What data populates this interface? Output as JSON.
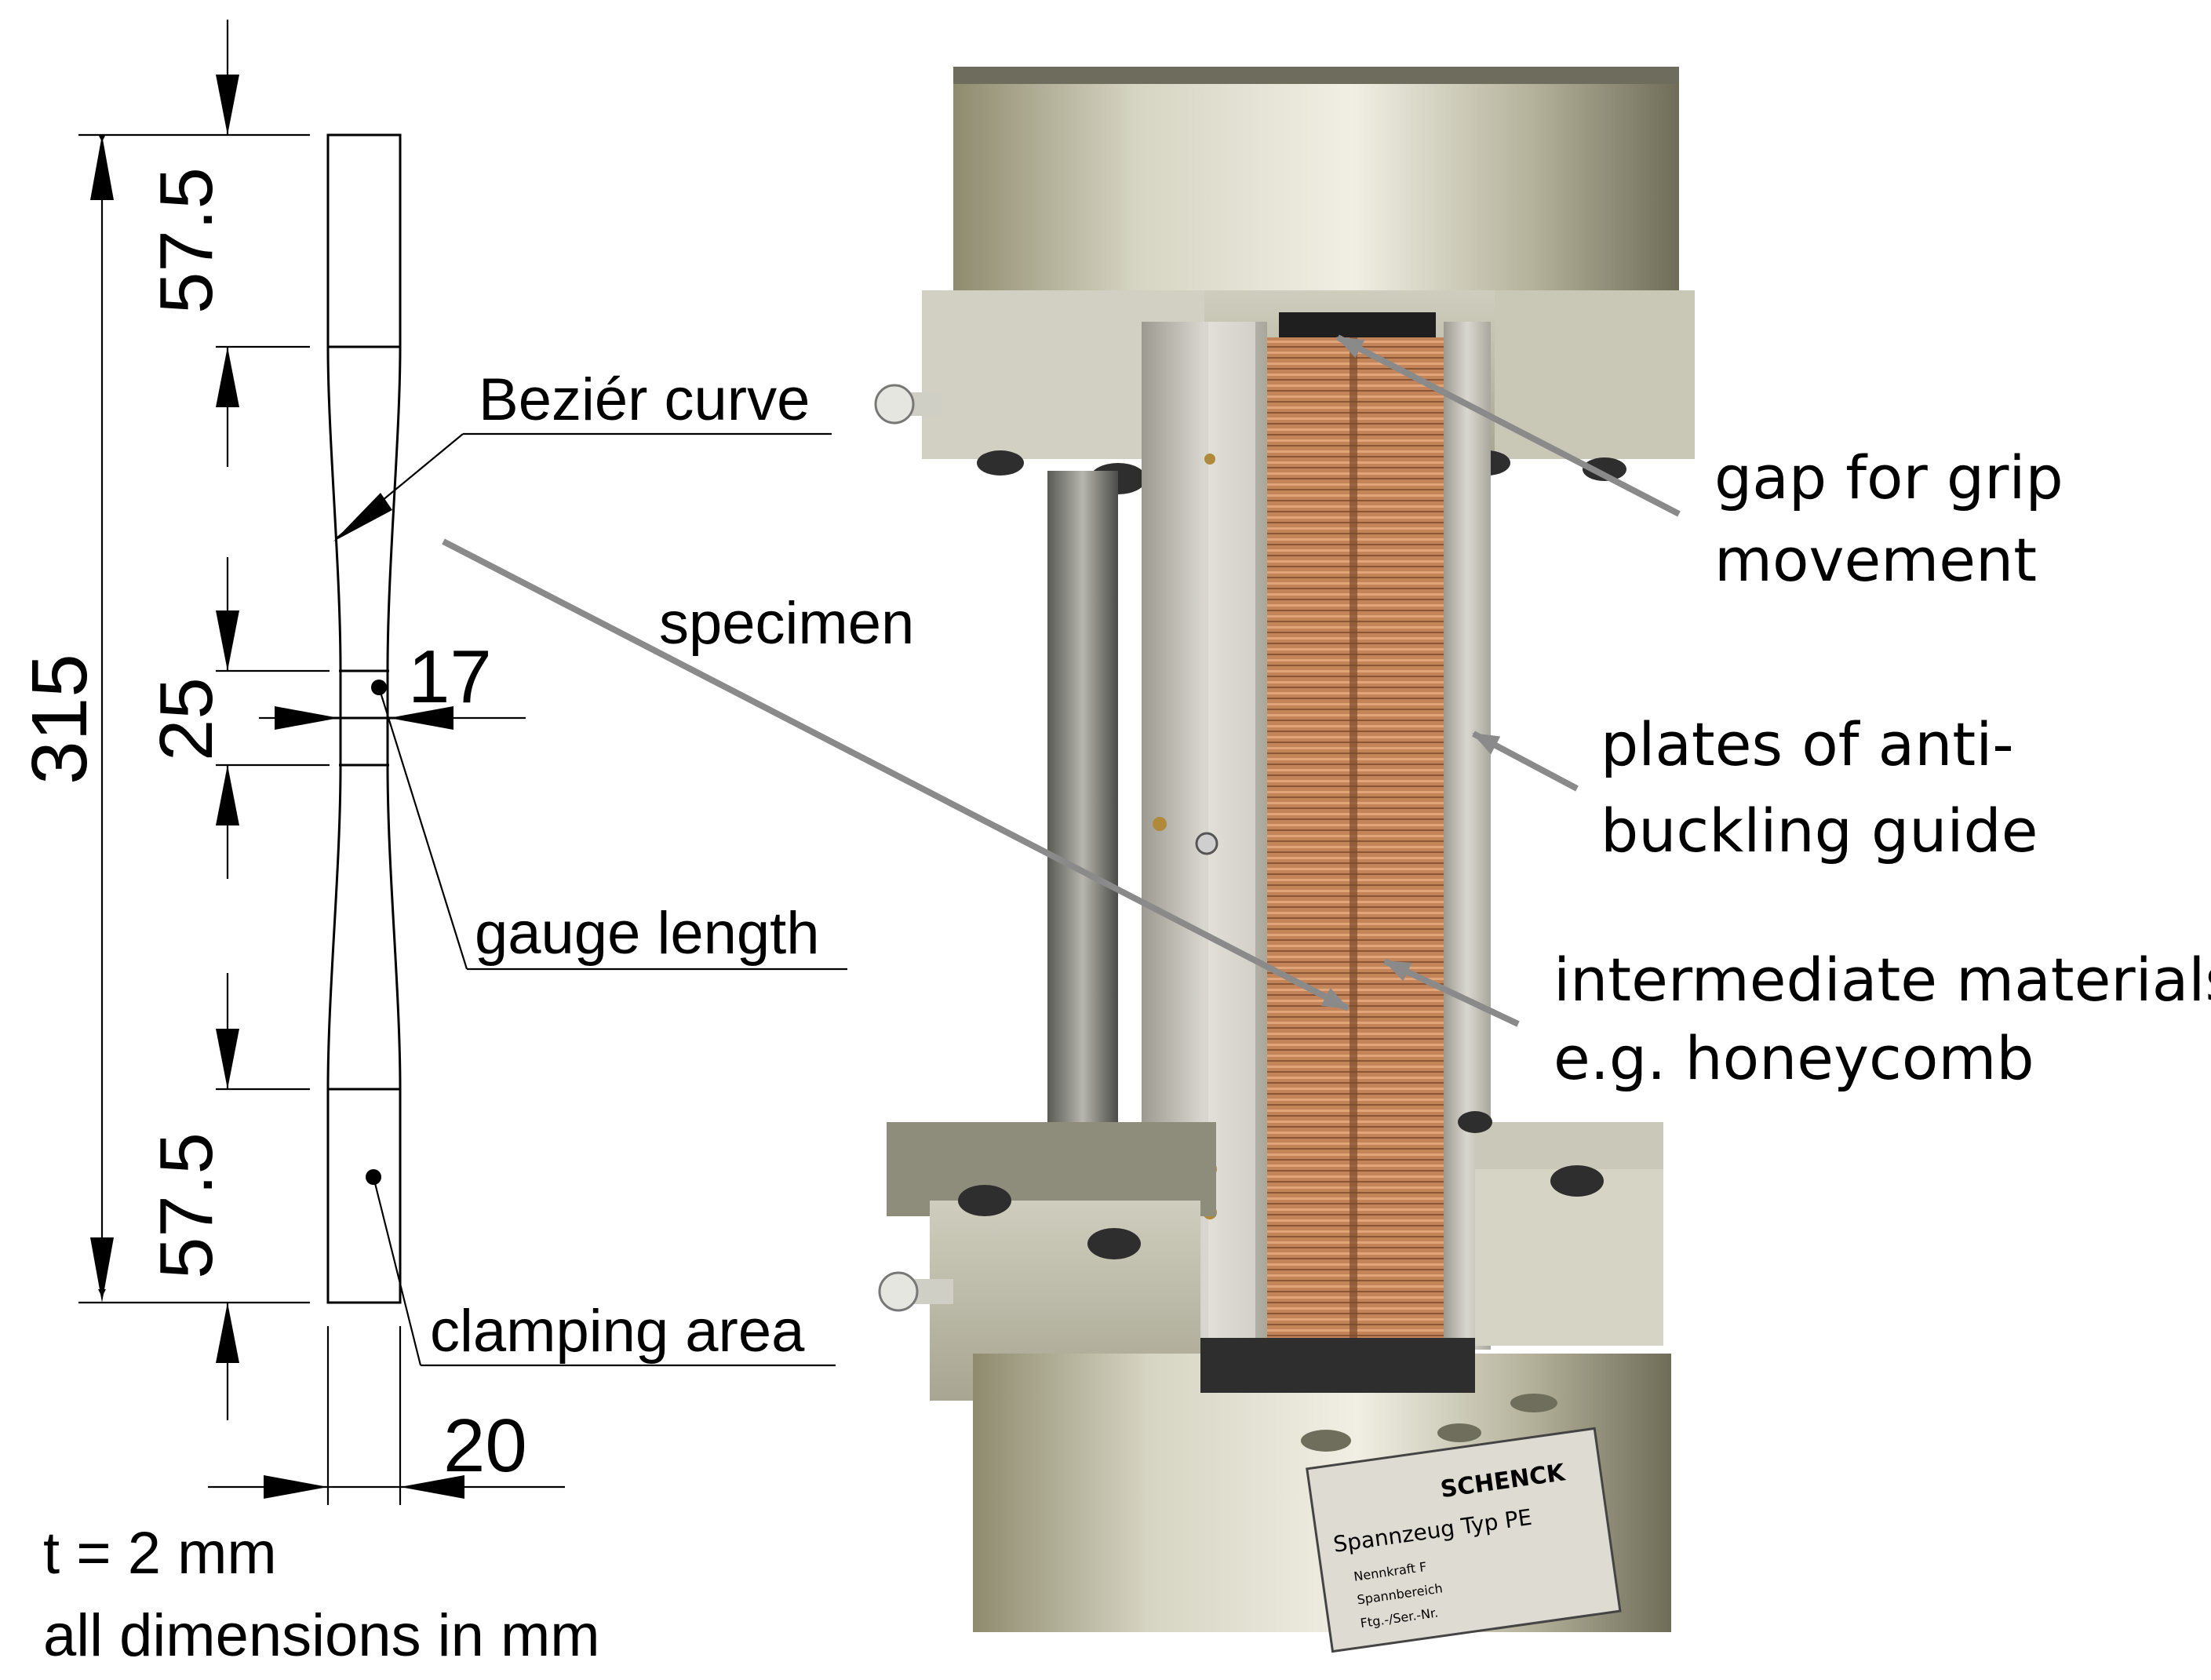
{
  "drawing": {
    "dim_total": "315",
    "dim_top": "57.5",
    "dim_gauge": "25",
    "dim_gauge_width": "17",
    "dim_bottom": "57.5",
    "dim_width": "20",
    "label_bezier": "Beziér curve",
    "label_specimen": "specimen",
    "label_gauge": "gauge length",
    "label_clamping": "clamping area",
    "note_thickness": "t = 2 mm",
    "note_units": "all dimensions in mm"
  },
  "photo": {
    "label_gap_1": "gap for grip",
    "label_gap_2": "movement",
    "label_plates_1": "plates of anti-",
    "label_plates_2": "buckling guide",
    "label_inter_1": "intermediate materials",
    "label_inter_2": "e.g. honeycomb",
    "plate_brand": "SCHENCK",
    "plate_type": "Spannzeug Typ PE",
    "plate_row1": "Nennkraft F",
    "plate_row2": "Spannbereich",
    "plate_row3": "Ftg.-/Ser.-Nr."
  },
  "colors": {
    "pointer": "#8a8a8a",
    "honeycomb": "#c98a5a",
    "metal": "#b9b9ad"
  }
}
